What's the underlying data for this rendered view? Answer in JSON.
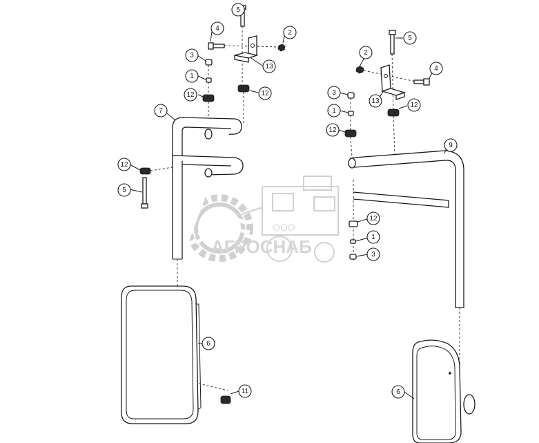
{
  "watermark": {
    "company_prefix": "ООО",
    "brand": "АГРОСНАБ"
  },
  "callouts": [
    {
      "id": "left-bolt-top",
      "label": "5"
    },
    {
      "id": "left-bolt-side",
      "label": "4"
    },
    {
      "id": "left-nut",
      "label": "2"
    },
    {
      "id": "left-bracket",
      "label": "13"
    },
    {
      "id": "left-washer-3",
      "label": "3"
    },
    {
      "id": "left-washer-1",
      "label": "1"
    },
    {
      "id": "left-bushing-upper",
      "label": "12"
    },
    {
      "id": "left-bushing-bracket",
      "label": "12"
    },
    {
      "id": "left-arm",
      "label": "7"
    },
    {
      "id": "left-bushing-lower",
      "label": "12"
    },
    {
      "id": "left-bolt-lower",
      "label": "5"
    },
    {
      "id": "left-mirror",
      "label": "6"
    },
    {
      "id": "left-cap",
      "label": "11"
    },
    {
      "id": "right-bolt-top",
      "label": "5"
    },
    {
      "id": "right-nut",
      "label": "2"
    },
    {
      "id": "right-bolt-side",
      "label": "4"
    },
    {
      "id": "right-bracket",
      "label": "13"
    },
    {
      "id": "right-washer-3",
      "label": "3"
    },
    {
      "id": "right-bushing-bracket",
      "label": "12"
    },
    {
      "id": "right-washer-1",
      "label": "1"
    },
    {
      "id": "right-bushing-upper",
      "label": "12"
    },
    {
      "id": "right-arm",
      "label": "9"
    },
    {
      "id": "right-bushing-lower",
      "label": "12"
    },
    {
      "id": "right-washer-1-lower",
      "label": "1"
    },
    {
      "id": "right-washer-3-lower",
      "label": "3"
    },
    {
      "id": "right-mirror",
      "label": "6"
    }
  ]
}
